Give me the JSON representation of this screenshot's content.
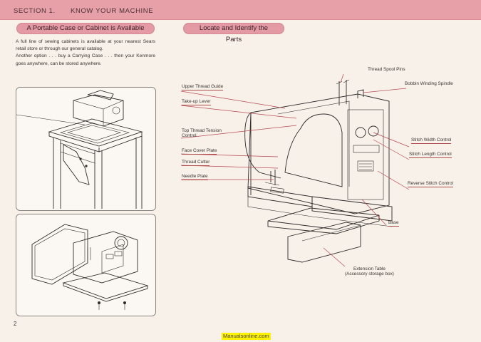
{
  "header": {
    "section": "SECTION 1.",
    "title": "KNOW YOUR MACHINE"
  },
  "left": {
    "heading": "A Portable Case or Cabinet is Available",
    "paragraph1": "A full line of sewing cabinets is available at your nearest Sears retail store or through our general catalog.",
    "paragraph2": "Another option . . . buy a Carrying Case . . . then your Kenmore goes anywhere, can be stored anywhere."
  },
  "right": {
    "heading": "Locate and Identify the Parts",
    "labels": {
      "thread_spool_pins": "Thread Spool Pins",
      "bobbin_winding_spindle": "Bobbin Winding Spindle",
      "upper_thread_guide": "Upper Thread Guide",
      "take_up_lever": "Take-up Lever",
      "top_thread_tension_control_1": "Top Thread Tension",
      "top_thread_tension_control_2": "Control",
      "face_cover_plate": "Face Cover Plate",
      "thread_cutter": "Thread Cutter",
      "needle_plate": "Needle Plate",
      "stitch_width_control": "Stitch Width Control",
      "stitch_length_control": "Stitch Length Control",
      "reverse_stitch_control": "Reverse Stitch Control",
      "base": "Base",
      "extension_table_1": "Extension Table",
      "extension_table_2": "(Accessory storage box)"
    }
  },
  "footer": {
    "page_number": "2",
    "watermark": "Manualsonline.com"
  }
}
